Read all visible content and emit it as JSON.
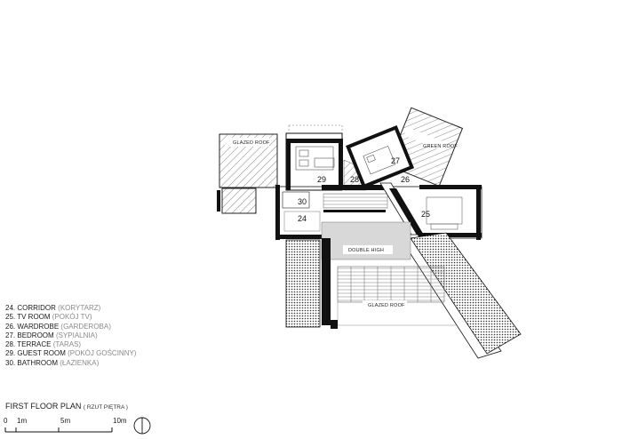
{
  "rooms": [
    {
      "number": "24",
      "name": "CORRIDOR",
      "polish": "(KORYTARZ)"
    },
    {
      "number": "25",
      "name": "TV ROOM",
      "polish": "(POKÓJ TV)"
    },
    {
      "number": "26",
      "name": "WARDROBE",
      "polish": "(GARDEROBA)"
    },
    {
      "number": "27",
      "name": "BEDROOM",
      "polish": "(SYPIALNIA)"
    },
    {
      "number": "28",
      "name": "TERRACE",
      "polish": "(TARAS)"
    },
    {
      "number": "29",
      "name": "GUEST ROOM",
      "polish": "(POKÓJ GOŚCINNY)"
    },
    {
      "number": "30",
      "name": "BATHROOM",
      "polish": "(ŁAZIENKA)"
    }
  ],
  "area_labels": {
    "glazed_roof_top": "GLAZED ROOF",
    "green_roof": "GREEN ROOF",
    "double_high": "DOUBLE HIGH",
    "glazed_roof_bottom": "GLAZED ROOF"
  },
  "title": {
    "main": "FIRST FLOOR PLAN",
    "sub": "( RZUT PIĘTRA )"
  },
  "scale": {
    "labels": [
      "0",
      "1m",
      "5m",
      "10m"
    ]
  },
  "icons": {
    "north": "north-arrow-icon"
  }
}
